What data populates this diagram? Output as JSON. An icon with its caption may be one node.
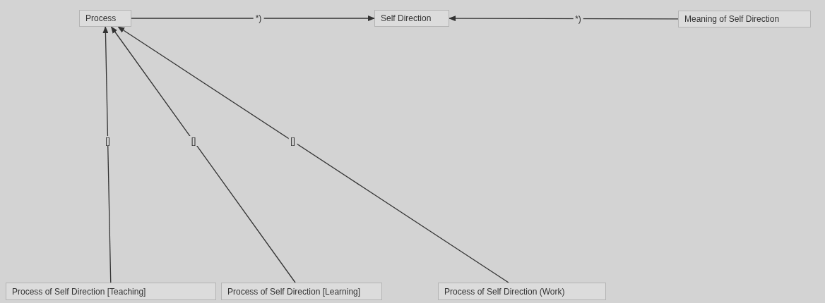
{
  "diagram": {
    "nodes": [
      {
        "text": [
          "Process"
        ]
      },
      {
        "text": [
          "Self Direction"
        ]
      },
      {
        "text": [
          "Meaning of Self Direction"
        ]
      },
      {
        "text": [
          "Process of Self Direction [Teaching]"
        ]
      },
      {
        "text": [
          "Process of Self Direction [Learning]"
        ]
      },
      {
        "text": [
          "Process of Self Direction (Work)"
        ]
      }
    ],
    "edges": [
      {
        "from": 0,
        "to": 1,
        "arrow": "to",
        "label": "*)"
      },
      {
        "from": 2,
        "to": 1,
        "arrow": "to",
        "label": "*)"
      },
      {
        "from": 3,
        "to": 0,
        "arrow": "to",
        "label": "[]"
      },
      {
        "from": 4,
        "to": 0,
        "arrow": "to",
        "label": "[]"
      },
      {
        "from": 5,
        "to": 0,
        "arrow": "to",
        "label": "[]"
      }
    ]
  }
}
